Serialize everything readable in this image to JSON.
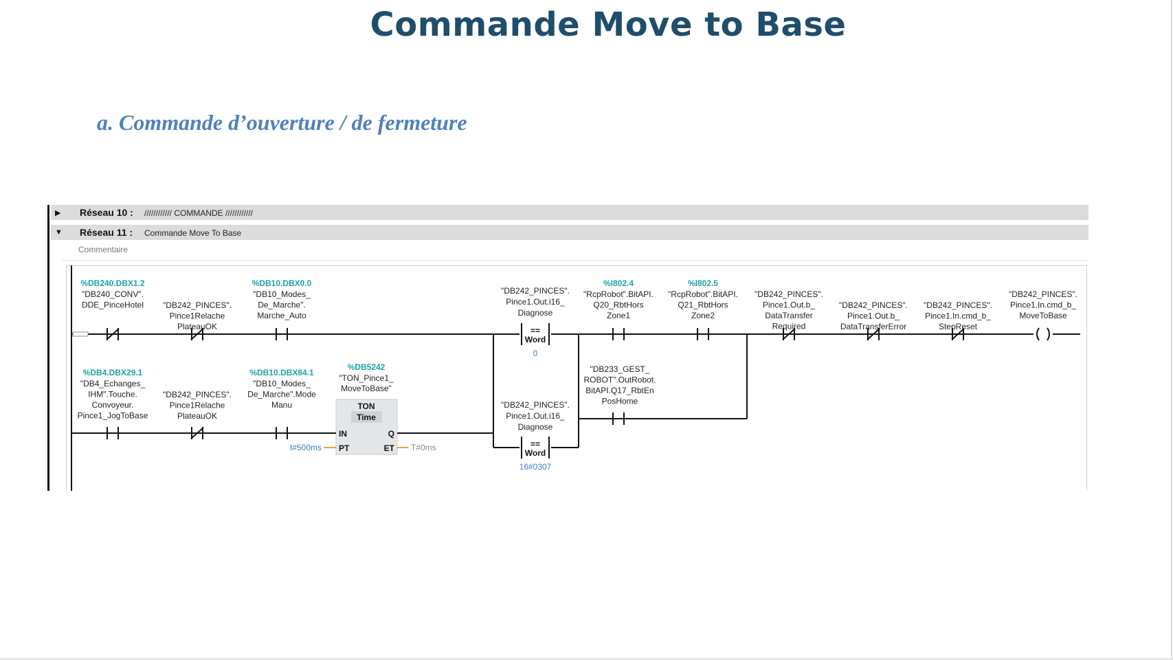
{
  "page": {
    "title": "Commande Move to Base",
    "subtitle": "a.  Commande d’ouverture / de fermeture"
  },
  "networks": [
    {
      "label": "Réseau 10 :",
      "text": "////////////   COMMANDE   ////////////",
      "expanded": false
    },
    {
      "label": "Réseau 11 :",
      "text": "Commande Move To Base",
      "expanded": true
    }
  ],
  "comment": "Commentaire",
  "rung1": {
    "contacts": [
      {
        "addr": "%DB240.DBX1.2",
        "tag": [
          "\"DB240_CONV\".",
          "DDE_PinceHotel"
        ],
        "type": "NC"
      },
      {
        "addr": "",
        "tag": [
          "\"DB242_PINCES\".",
          "Pince1Relache",
          "PlateauOK"
        ],
        "type": "NC"
      },
      {
        "addr": "%DB10.DBX0.0",
        "tag": [
          "\"DB10_Modes_",
          "De_Marche\".",
          "Marche_Auto"
        ],
        "type": "NO"
      },
      {
        "addr": "%I802.4",
        "tag": [
          "\"RcpRobot\".BitAPI.",
          "Q20_RbtHors",
          "Zone1"
        ],
        "type": "NO"
      },
      {
        "addr": "%I802.5",
        "tag": [
          "\"RcpRobot\".BitAPI.",
          "Q21_RbtHors",
          "Zone2"
        ],
        "type": "NO"
      },
      {
        "addr": "",
        "tag": [
          "\"DB242_PINCES\".",
          "Pince1.Out.b_",
          "DataTransfer",
          "Required"
        ],
        "type": "NC"
      },
      {
        "addr": "",
        "tag": [
          "\"DB242_PINCES\".",
          "Pince1.Out.b_",
          "DataTransferError"
        ],
        "type": "NC"
      },
      {
        "addr": "",
        "tag": [
          "\"DB242_PINCES\".",
          "Pince1.In.cmd_b_",
          "StepReset"
        ],
        "type": "NC"
      }
    ],
    "compare": {
      "tag": [
        "\"DB242_PINCES\".",
        "Pince1.Out.i16_",
        "Diagnose"
      ],
      "op": "==",
      "dtype": "Word",
      "value": "0"
    },
    "coil": {
      "tag": [
        "\"DB242_PINCES\".",
        "Pince1.In.cmd_b_",
        "MoveToBase"
      ]
    }
  },
  "rung2": {
    "contacts": [
      {
        "addr": "%DB4.DBX29.1",
        "tag": [
          "\"DB4_Echanges_",
          "IHM\".Touche.",
          "Convoyeur.",
          "Pince1_JogToBase"
        ],
        "type": "NO"
      },
      {
        "addr": "",
        "tag": [
          "\"DB242_PINCES\".",
          "Pince1Relache",
          "PlateauOK"
        ],
        "type": "NC"
      },
      {
        "addr": "%DB10.DBX84.1",
        "tag": [
          "\"DB10_Modes_",
          "De_Marche\".Mode",
          "Manu"
        ],
        "type": "NO"
      }
    ],
    "timer": {
      "addr": "%DB5242",
      "instance": [
        "\"TON_Pince1_",
        "MoveToBase\""
      ],
      "type": "TON",
      "subtype": "Time",
      "in": "IN",
      "q": "Q",
      "pt": "PT",
      "et": "ET",
      "pt_value": "t#500ms",
      "et_value": "T#0ms"
    },
    "compare": {
      "tag": [
        "\"DB242_PINCES\".",
        "Pince1.Out.i16_",
        "Diagnose"
      ],
      "op": "==",
      "dtype": "Word",
      "value": "16#0307"
    },
    "home_contact": {
      "addr": "",
      "tag": [
        "\"DB233_GEST_",
        "ROBOT\".OutRobot.",
        "BitAPI.Q17_RbtEn",
        "PosHome"
      ],
      "type": "NO"
    }
  }
}
